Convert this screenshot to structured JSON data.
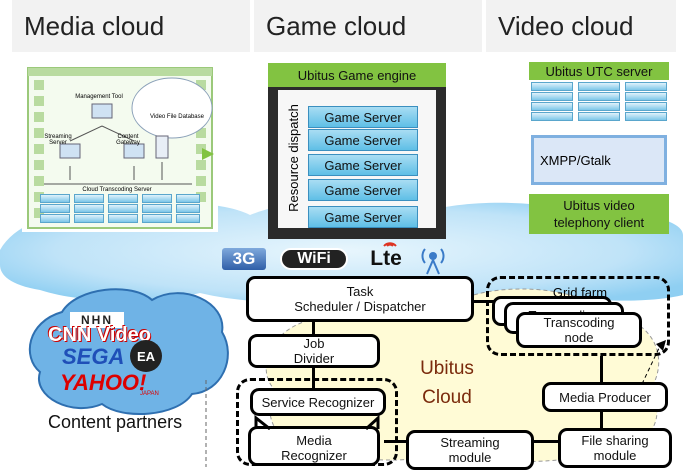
{
  "headers": {
    "media": "Media cloud",
    "game": "Game cloud",
    "video": "Video cloud"
  },
  "media_panel": {
    "management_tool": "Management Tool",
    "video_file_database": "Video File Database",
    "streaming_server": "Streaming Server",
    "content_gateway": "Content Gateway",
    "cloud_transcoding_server": "Cloud Transcoding Server"
  },
  "game_panel": {
    "engine": "Ubitus Game engine",
    "resource_dispatch": "Resource dispatch",
    "servers": [
      "Game Server",
      "Game Server",
      "Game Server",
      "Game Server",
      "Game Server"
    ]
  },
  "video_panel": {
    "utc_server": "Ubitus UTC server",
    "xmpp": "XMPP/Gtalk",
    "telephony_client": "Ubitus video telephony client"
  },
  "network_icons": {
    "g3": "3G",
    "wifi": "WiFi",
    "lte": "Lte"
  },
  "partners": {
    "nhn": "NHN",
    "cnn_video": "CNN Video",
    "sega": "SEGA",
    "ea": "EA",
    "yahoo": "YAHOO!",
    "yahoo_sub": "JAPAN",
    "label": "Content partners"
  },
  "ubitus_cloud": {
    "task_scheduler": "Task\nScheduler / Dispatcher",
    "job_divider": "Job\nDivider",
    "cloud_label": "Ubitus\nCloud",
    "grid_farm": "Grid farm",
    "transcoding_back1": "Transcoding",
    "transcoding_back2": "Transcoding",
    "transcoding_node": "Transcoding\nnode",
    "service_recognizer": "Service Recognizer",
    "media_recognizer": "Media\nRecognizer",
    "streaming_module": "Streaming\nmodule",
    "file_sharing_module": "File sharing\nmodule",
    "media_producer": "Media Producer"
  },
  "colors": {
    "header_bg": "#f2f2f2",
    "green": "#82c341",
    "cloud_blue": "#bfe3f8",
    "ubitus_cloud_fill": "#fffbd6",
    "ubitus_cloud_text": "#7a2a0c"
  }
}
